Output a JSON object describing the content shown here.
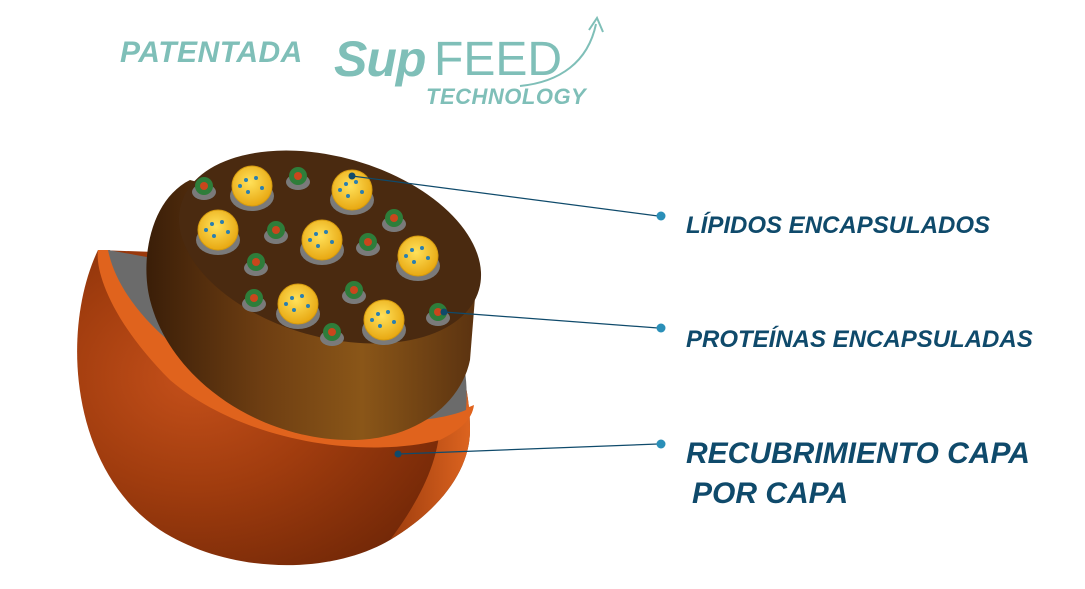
{
  "brand": {
    "patentada": "PATENTADA",
    "logo_sup": "Sup",
    "logo_feed": "FEED",
    "logo_technology": "TECHNOLOGY"
  },
  "labels": {
    "lipidos": "LÍPIDOS ENCAPSULADOS",
    "proteinas": "PROTEÍNAS ENCAPSULADAS",
    "recubrimiento_line1": "RECUBRIMIENTO CAPA",
    "recubrimiento_line2": "POR CAPA"
  },
  "colors": {
    "brand_teal": "#7fbfb8",
    "label_navy": "#0f4a6b",
    "shell_orange": "#e0631d",
    "shell_dark": "#8a3208",
    "inner_gray": "#6b6b6b",
    "core_brown": "#4a2a10",
    "lipid_yellow": "#f2c21a",
    "protein_green": "#2e7d3a",
    "protein_red": "#c9461c",
    "dot_blue": "#2a7fb0"
  },
  "icons": {
    "logo_arrow": "upward-curve-arrow-icon",
    "callout_dot": "pointer-dot-icon"
  }
}
